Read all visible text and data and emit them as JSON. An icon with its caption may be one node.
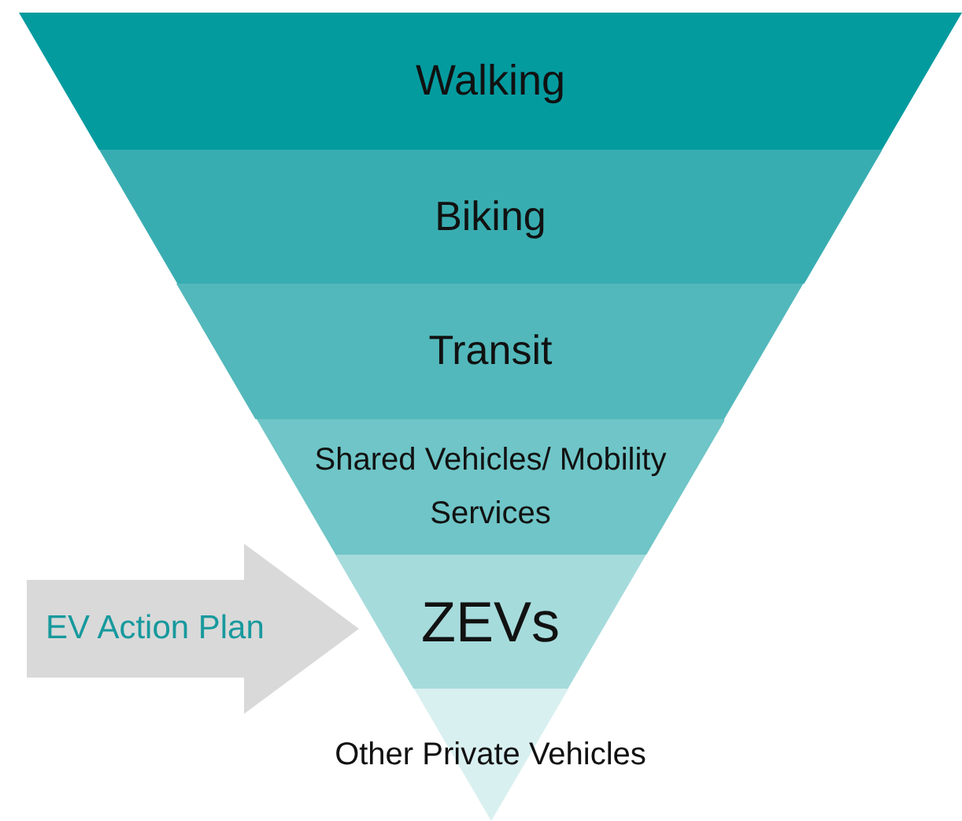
{
  "diagram": {
    "nodes": [
      {
        "text": [
          "Walking"
        ]
      },
      {
        "text": [
          "Biking"
        ]
      },
      {
        "text": [
          "Transit"
        ]
      },
      {
        "text": [
          "Shared Vehicles/ Mobility Services"
        ]
      },
      {
        "text": [
          "ZEVs"
        ]
      },
      {
        "text": [
          "Other Private Vehicles"
        ]
      },
      {
        "text": [
          "EV Action Plan"
        ]
      }
    ]
  }
}
